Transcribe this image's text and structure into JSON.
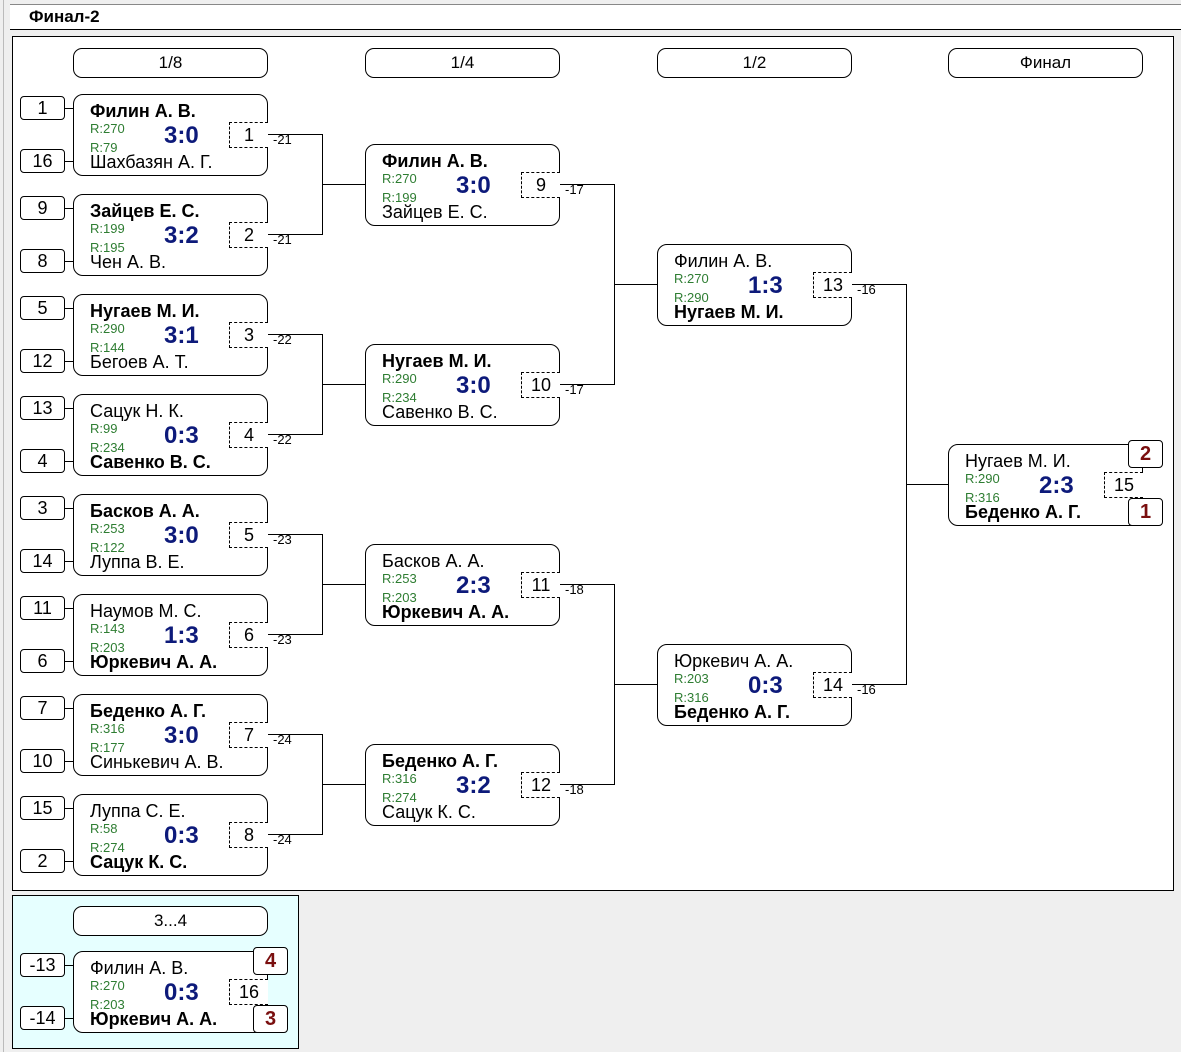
{
  "window": {
    "title": "Финал-2"
  },
  "rounds": [
    {
      "label": "1/8"
    },
    {
      "label": "1/4"
    },
    {
      "label": "1/2"
    },
    {
      "label": "Финал"
    }
  ],
  "third_place": {
    "label": "3...4"
  },
  "matches": [
    {
      "id": 1,
      "num": "1",
      "seed1": "1",
      "seed2": "16",
      "p1": "Филин А. В.",
      "p2": "Шахбазян А. Г.",
      "r1": "R:270",
      "r2": "R:79",
      "score": "3:0",
      "winner": 1,
      "loser_to": "-21"
    },
    {
      "id": 2,
      "num": "2",
      "seed1": "9",
      "seed2": "8",
      "p1": "Зайцев Е. С.",
      "p2": "Чен А. В.",
      "r1": "R:199",
      "r2": "R:195",
      "score": "3:2",
      "winner": 1,
      "loser_to": "-21"
    },
    {
      "id": 3,
      "num": "3",
      "seed1": "5",
      "seed2": "12",
      "p1": "Нугаев М. И.",
      "p2": "Бегоев А. Т.",
      "r1": "R:290",
      "r2": "R:144",
      "score": "3:1",
      "winner": 1,
      "loser_to": "-22"
    },
    {
      "id": 4,
      "num": "4",
      "seed1": "13",
      "seed2": "4",
      "p1": "Сацук Н. К.",
      "p2": "Савенко В. С.",
      "r1": "R:99",
      "r2": "R:234",
      "score": "0:3",
      "winner": 2,
      "loser_to": "-22"
    },
    {
      "id": 5,
      "num": "5",
      "seed1": "3",
      "seed2": "14",
      "p1": "Басков А. А.",
      "p2": "Луппа В. Е.",
      "r1": "R:253",
      "r2": "R:122",
      "score": "3:0",
      "winner": 1,
      "loser_to": "-23"
    },
    {
      "id": 6,
      "num": "6",
      "seed1": "11",
      "seed2": "6",
      "p1": "Наумов М. С.",
      "p2": "Юркевич А. А.",
      "r1": "R:143",
      "r2": "R:203",
      "score": "1:3",
      "winner": 2,
      "loser_to": "-23"
    },
    {
      "id": 7,
      "num": "7",
      "seed1": "7",
      "seed2": "10",
      "p1": "Беденко А. Г.",
      "p2": "Синькевич А. В.",
      "r1": "R:316",
      "r2": "R:177",
      "score": "3:0",
      "winner": 1,
      "loser_to": "-24"
    },
    {
      "id": 8,
      "num": "8",
      "seed1": "15",
      "seed2": "2",
      "p1": "Луппа С. Е.",
      "p2": "Сацук К. С.",
      "r1": "R:58",
      "r2": "R:274",
      "score": "0:3",
      "winner": 2,
      "loser_to": "-24"
    },
    {
      "id": 9,
      "num": "9",
      "p1": "Филин А. В.",
      "p2": "Зайцев Е. С.",
      "r1": "R:270",
      "r2": "R:199",
      "score": "3:0",
      "winner": 1,
      "loser_to": "-17"
    },
    {
      "id": 10,
      "num": "10",
      "p1": "Нугаев М. И.",
      "p2": "Савенко В. С.",
      "r1": "R:290",
      "r2": "R:234",
      "score": "3:0",
      "winner": 1,
      "loser_to": "-17"
    },
    {
      "id": 11,
      "num": "11",
      "p1": "Басков А. А.",
      "p2": "Юркевич А. А.",
      "r1": "R:253",
      "r2": "R:203",
      "score": "2:3",
      "winner": 2,
      "loser_to": "-18"
    },
    {
      "id": 12,
      "num": "12",
      "p1": "Беденко А. Г.",
      "p2": "Сацук К. С.",
      "r1": "R:316",
      "r2": "R:274",
      "score": "3:2",
      "winner": 1,
      "loser_to": "-18"
    },
    {
      "id": 13,
      "num": "13",
      "p1": "Филин А. В.",
      "p2": "Нугаев М. И.",
      "r1": "R:270",
      "r2": "R:290",
      "score": "1:3",
      "winner": 2,
      "loser_to": "-16"
    },
    {
      "id": 14,
      "num": "14",
      "p1": "Юркевич А. А.",
      "p2": "Беденко А. Г.",
      "r1": "R:203",
      "r2": "R:316",
      "score": "0:3",
      "winner": 2,
      "loser_to": "-16"
    },
    {
      "id": 15,
      "num": "15",
      "p1": "Нугаев М. И.",
      "p2": "Беденко А. Г.",
      "r1": "R:290",
      "r2": "R:316",
      "score": "2:3",
      "winner": 2,
      "place1": "2",
      "place2": "1"
    },
    {
      "id": 16,
      "num": "16",
      "seed1": "-13",
      "seed2": "-14",
      "p1": "Филин А. В.",
      "p2": "Юркевич А. А.",
      "r1": "R:270",
      "r2": "R:203",
      "score": "0:3",
      "winner": 2,
      "place1": "4",
      "place2": "3"
    }
  ],
  "colors": {
    "score": "#0d1a7a",
    "rating": "#2e7d32",
    "place": "#7a0f0f",
    "third_place_bg": "#e6ffff"
  }
}
